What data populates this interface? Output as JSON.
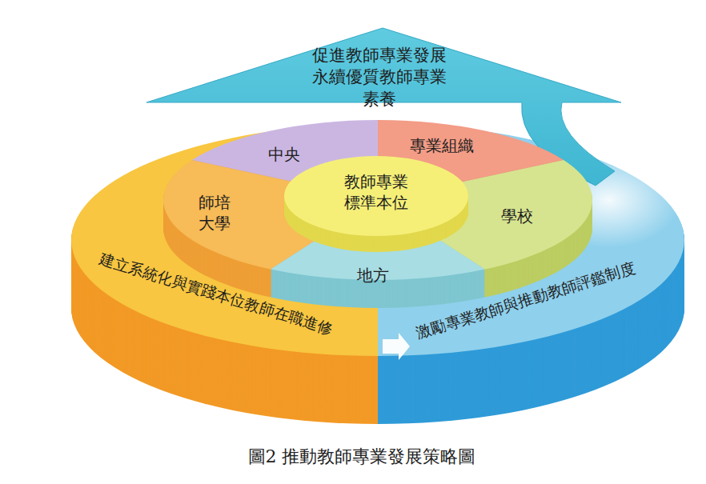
{
  "diagram": {
    "caption": "圖2 推動教師專業發展策略圖",
    "nodes": [
      {
        "text": [
          "促進教師專業發展 永續優質教師專業素養"
        ]
      },
      {
        "text": [
          "中央"
        ]
      },
      {
        "text": [
          "專業組織"
        ]
      },
      {
        "text": [
          "師培 大學"
        ]
      },
      {
        "text": [
          "教師專業 標準本位"
        ]
      },
      {
        "text": [
          "學校"
        ]
      },
      {
        "text": [
          "地方"
        ]
      },
      {
        "text": [
          "建立系統化與實踐本位教師在職進修"
        ]
      },
      {
        "text": [
          "激勵專業教師與推動教師評鑑制度"
        ]
      }
    ]
  }
}
